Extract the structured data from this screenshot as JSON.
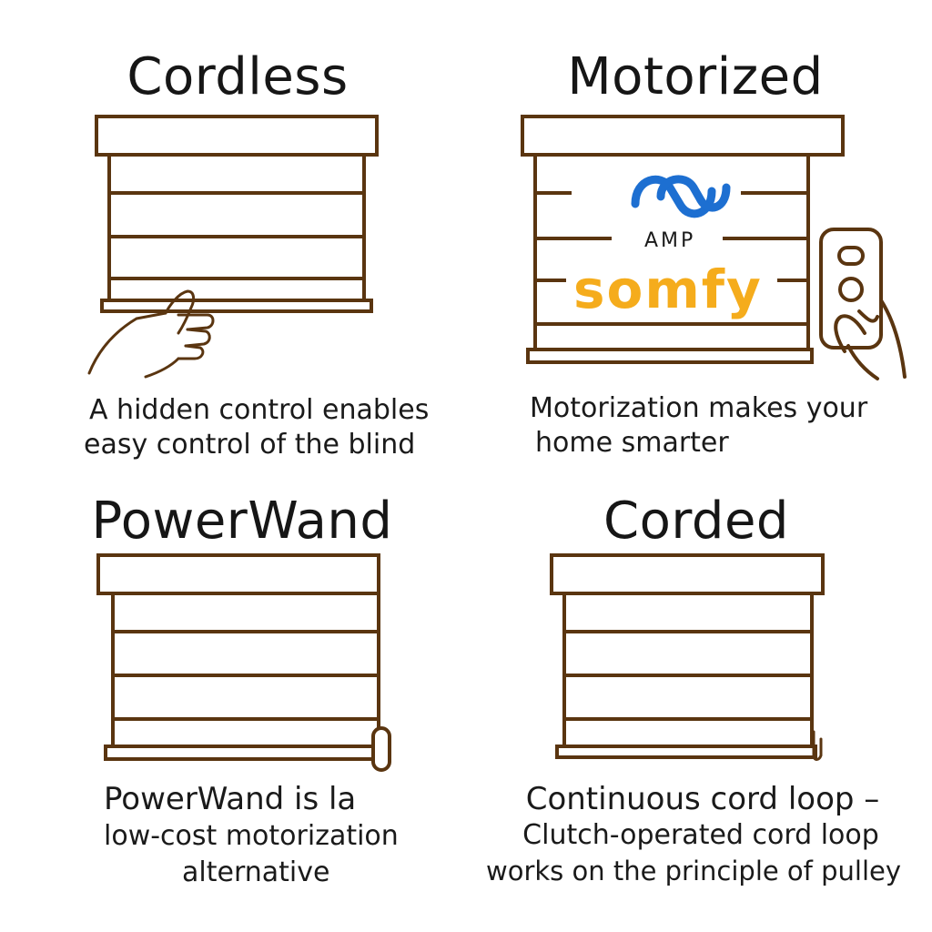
{
  "colors": {
    "frame": "#5a3510",
    "amp_blue": "#1d6fd1",
    "somfy_yellow": "#f5ac1c",
    "text": "#1a1a1a"
  },
  "panels": {
    "cordless": {
      "title": "Cordless",
      "caption": [
        "A hidden control enables",
        "easy control of the blind"
      ],
      "icon": "hand-pulling-bar-icon"
    },
    "motorized": {
      "title": "Motorized",
      "caption": [
        "Motorization makes your",
        "home smarter"
      ],
      "logo_amp": "AMP",
      "logo_somfy": "somfy",
      "icon": "remote-control-icon"
    },
    "powerwand": {
      "title": "PowerWand",
      "caption": [
        "PowerWand is la",
        "low-cost motorization",
        "alternative"
      ],
      "icon": "power-wand-icon"
    },
    "corded": {
      "title": "Corded",
      "caption": [
        "Continuous cord loop –",
        "Clutch-operated cord loop",
        "works on the principle of pulley"
      ],
      "icon": "cord-loop-icon"
    }
  }
}
